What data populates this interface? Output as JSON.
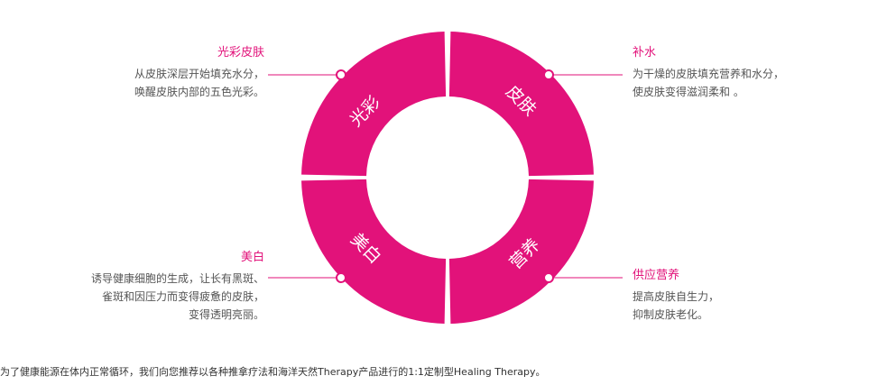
{
  "accent_color": "#e2127a",
  "ring": {
    "segments": [
      {
        "label": "光彩"
      },
      {
        "label": "皮肤"
      },
      {
        "label": "美白"
      },
      {
        "label": "营养"
      }
    ]
  },
  "callouts": {
    "top_left": {
      "title": "光彩皮肤",
      "lines": [
        "从皮肤深层开始填充水分，",
        "唤醒皮肤内部的五色光彩。"
      ]
    },
    "top_right": {
      "title": "补水",
      "lines": [
        "为干燥的皮肤填充营养和水分，",
        "使皮肤变得滋润柔和  。"
      ]
    },
    "bottom_left": {
      "title": "美白",
      "lines": [
        "诱导健康细胞的生成，让长有黑斑、",
        "雀斑和因压力而变得疲惫的皮肤，",
        "变得透明亮丽。"
      ]
    },
    "bottom_right": {
      "title": "供应营养",
      "lines": [
        "提高皮肤自生力，",
        "抑制皮肤老化。"
      ]
    }
  },
  "footer": {
    "note": "为了健康能源在体内正常循环，我们向您推荐以各种推拿疗法和海洋天然Therapy产品进行的1:1定制型Healing Therapy。"
  }
}
